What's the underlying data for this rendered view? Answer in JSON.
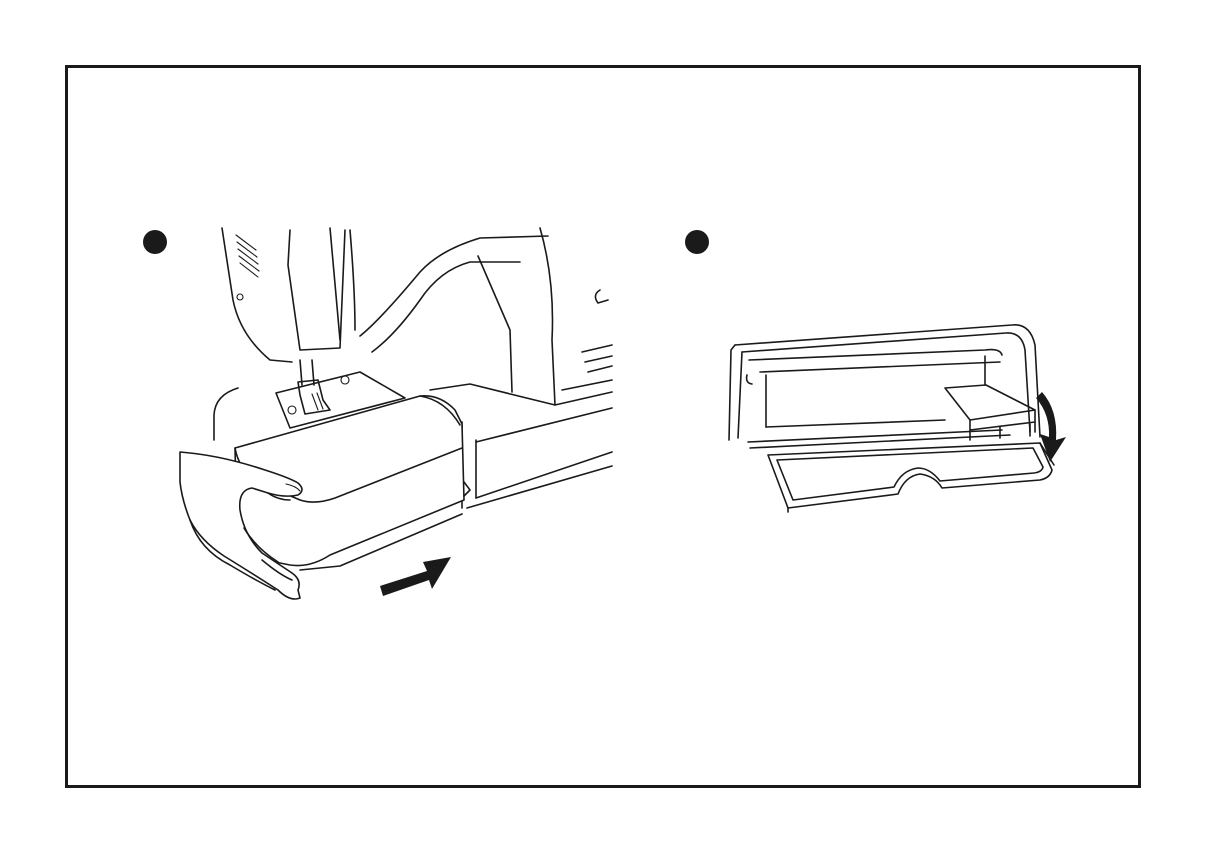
{
  "figure": {
    "steps": [
      {
        "marker": "step-1",
        "shape": "filled-circle"
      },
      {
        "marker": "step-2",
        "shape": "filled-circle"
      }
    ],
    "icons": [
      "slide-arrow-icon",
      "rotate-arrow-icon"
    ],
    "colors": {
      "line": "#1a1a1a",
      "background": "#ffffff"
    }
  }
}
